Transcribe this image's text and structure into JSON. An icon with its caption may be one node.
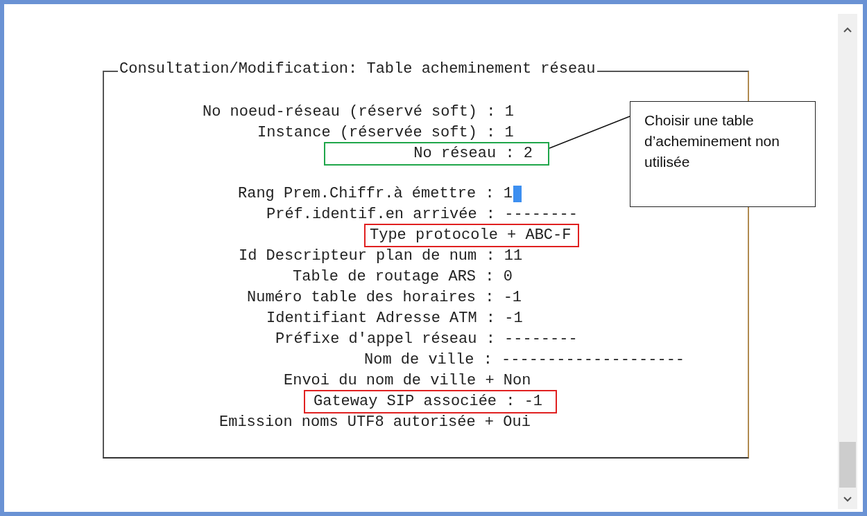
{
  "diagram": {
    "nodes": [
      {
        "text": [
          "Consultation/Modification: Table acheminement réseau"
        ]
      },
      {
        "text": [
          "No réseau : 2"
        ],
        "in": 0
      },
      {
        "text": [
          "Type protocole + ABC-F"
        ],
        "in": 0
      },
      {
        "text": [
          "Gateway SIP associée : -1"
        ],
        "in": 0
      },
      {
        "text": [
          "Choisir une table d’acheminement non utilisée"
        ]
      }
    ],
    "edges": [
      {
        "from": 4,
        "to": 1,
        "arrow": "none"
      }
    ],
    "labels": [
      "No noeud-réseau (réservé soft) : 1",
      "Instance (réservée soft) : 1",
      "Rang Prem.Chiffr.à émettre : 1",
      "Préf.identif.en arrivée : --------",
      "Id Descripteur plan de num : 11",
      "Table de routage ARS : 0",
      "Numéro table des horaires : -1",
      "Identifiant Adresse ATM : -1",
      "Préfixe d'appel réseau : --------",
      "Nom de ville : --------------------",
      "Envoi du nom de ville + Non",
      "Emission noms UTF8 autorisée + Oui"
    ]
  }
}
